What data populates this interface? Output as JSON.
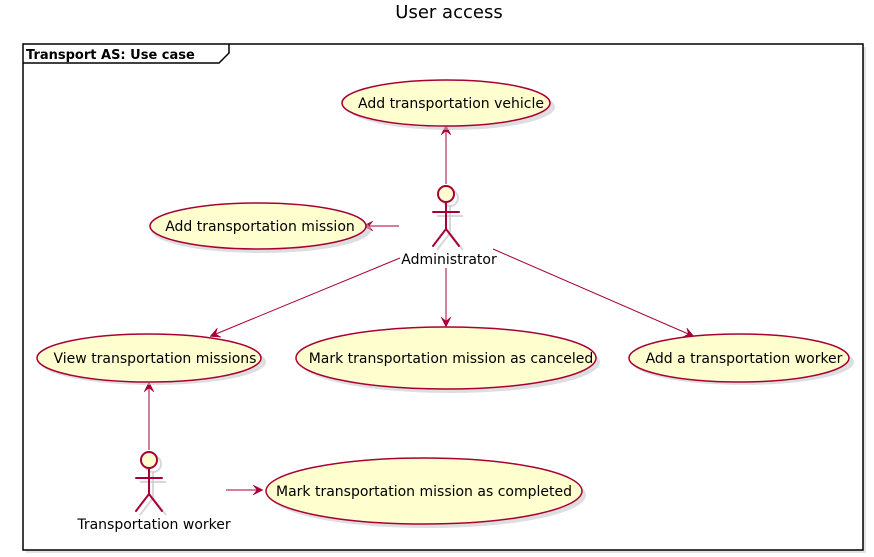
{
  "diagram": {
    "title": "User access",
    "frame_label": "Transport AS: Use case",
    "colors": {
      "usecase_fill": "#FEFECE",
      "border": "#A80036",
      "frame_border": "#000000"
    },
    "actors": [
      {
        "id": "administrator",
        "label": "Administrator"
      },
      {
        "id": "transportation-worker",
        "label": "Transportation worker"
      }
    ],
    "usecases": [
      {
        "id": "add-vehicle",
        "label": "Add transportation vehicle"
      },
      {
        "id": "add-mission",
        "label": "Add transportation mission"
      },
      {
        "id": "view-missions",
        "label": "View transportation missions"
      },
      {
        "id": "mark-canceled",
        "label": "Mark transportation mission as canceled"
      },
      {
        "id": "add-worker",
        "label": "Add a transportation worker"
      },
      {
        "id": "mark-completed",
        "label": "Mark transportation mission as completed"
      }
    ],
    "links": [
      {
        "from": "administrator",
        "to": "add-vehicle"
      },
      {
        "from": "administrator",
        "to": "add-mission"
      },
      {
        "from": "administrator",
        "to": "view-missions"
      },
      {
        "from": "administrator",
        "to": "mark-canceled"
      },
      {
        "from": "administrator",
        "to": "add-worker"
      },
      {
        "from": "transportation-worker",
        "to": "view-missions"
      },
      {
        "from": "transportation-worker",
        "to": "mark-completed"
      }
    ]
  }
}
